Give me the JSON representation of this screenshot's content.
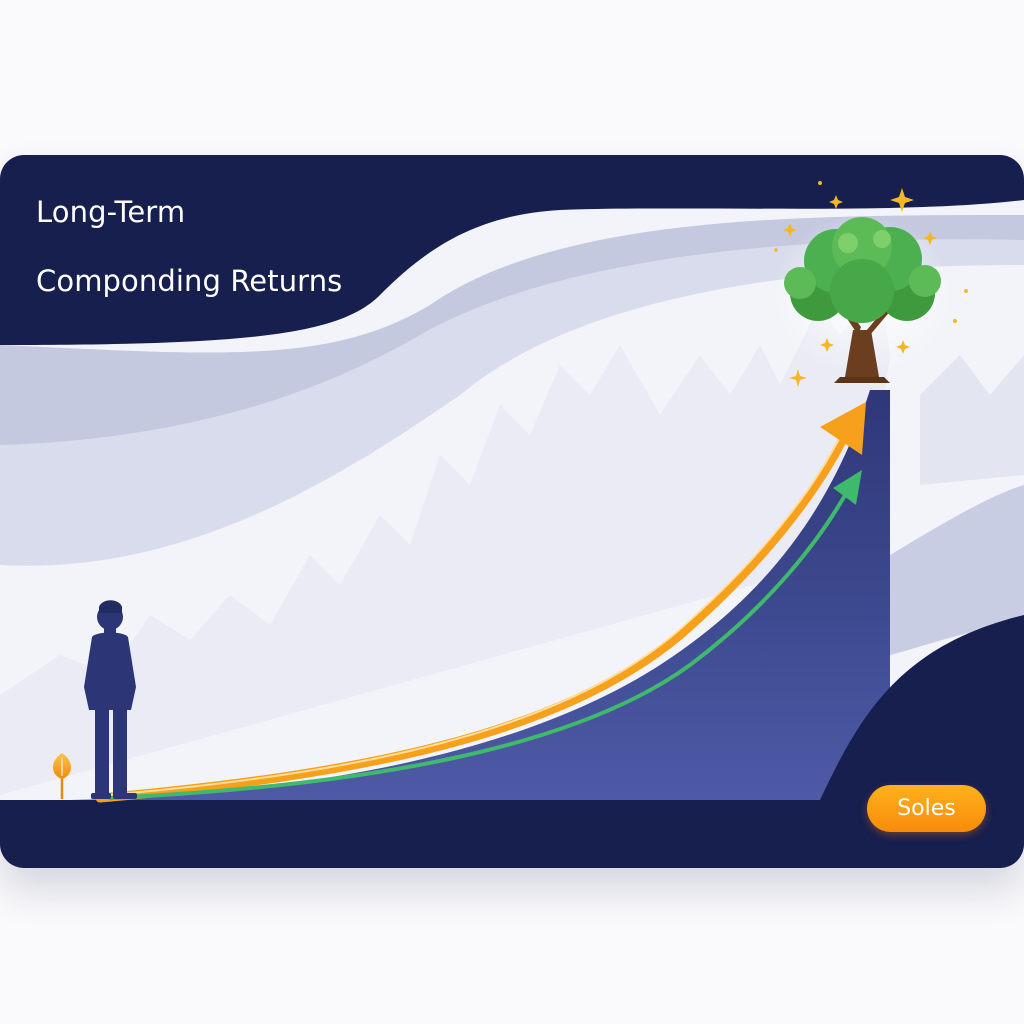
{
  "heading": {
    "line1": "Long-Term",
    "line2": "Componding Returns"
  },
  "badge": {
    "label": "Soles"
  },
  "colors": {
    "navy": "#171f4f",
    "curve_fill": "#3a4488",
    "arrow_orange": "#f7a01b",
    "arrow_green": "#3fb96b",
    "tree_green": "#4caf50",
    "sparkle_gold": "#f6b727",
    "pill_orange": "#fb950f"
  },
  "illustration": {
    "figure": "person-silhouette",
    "start": "seedling-icon",
    "goal": "tree-icon",
    "growth_arrows": [
      "orange-growth-arrow",
      "green-growth-arrow"
    ],
    "background": "faint-zigzag-market-chart"
  }
}
